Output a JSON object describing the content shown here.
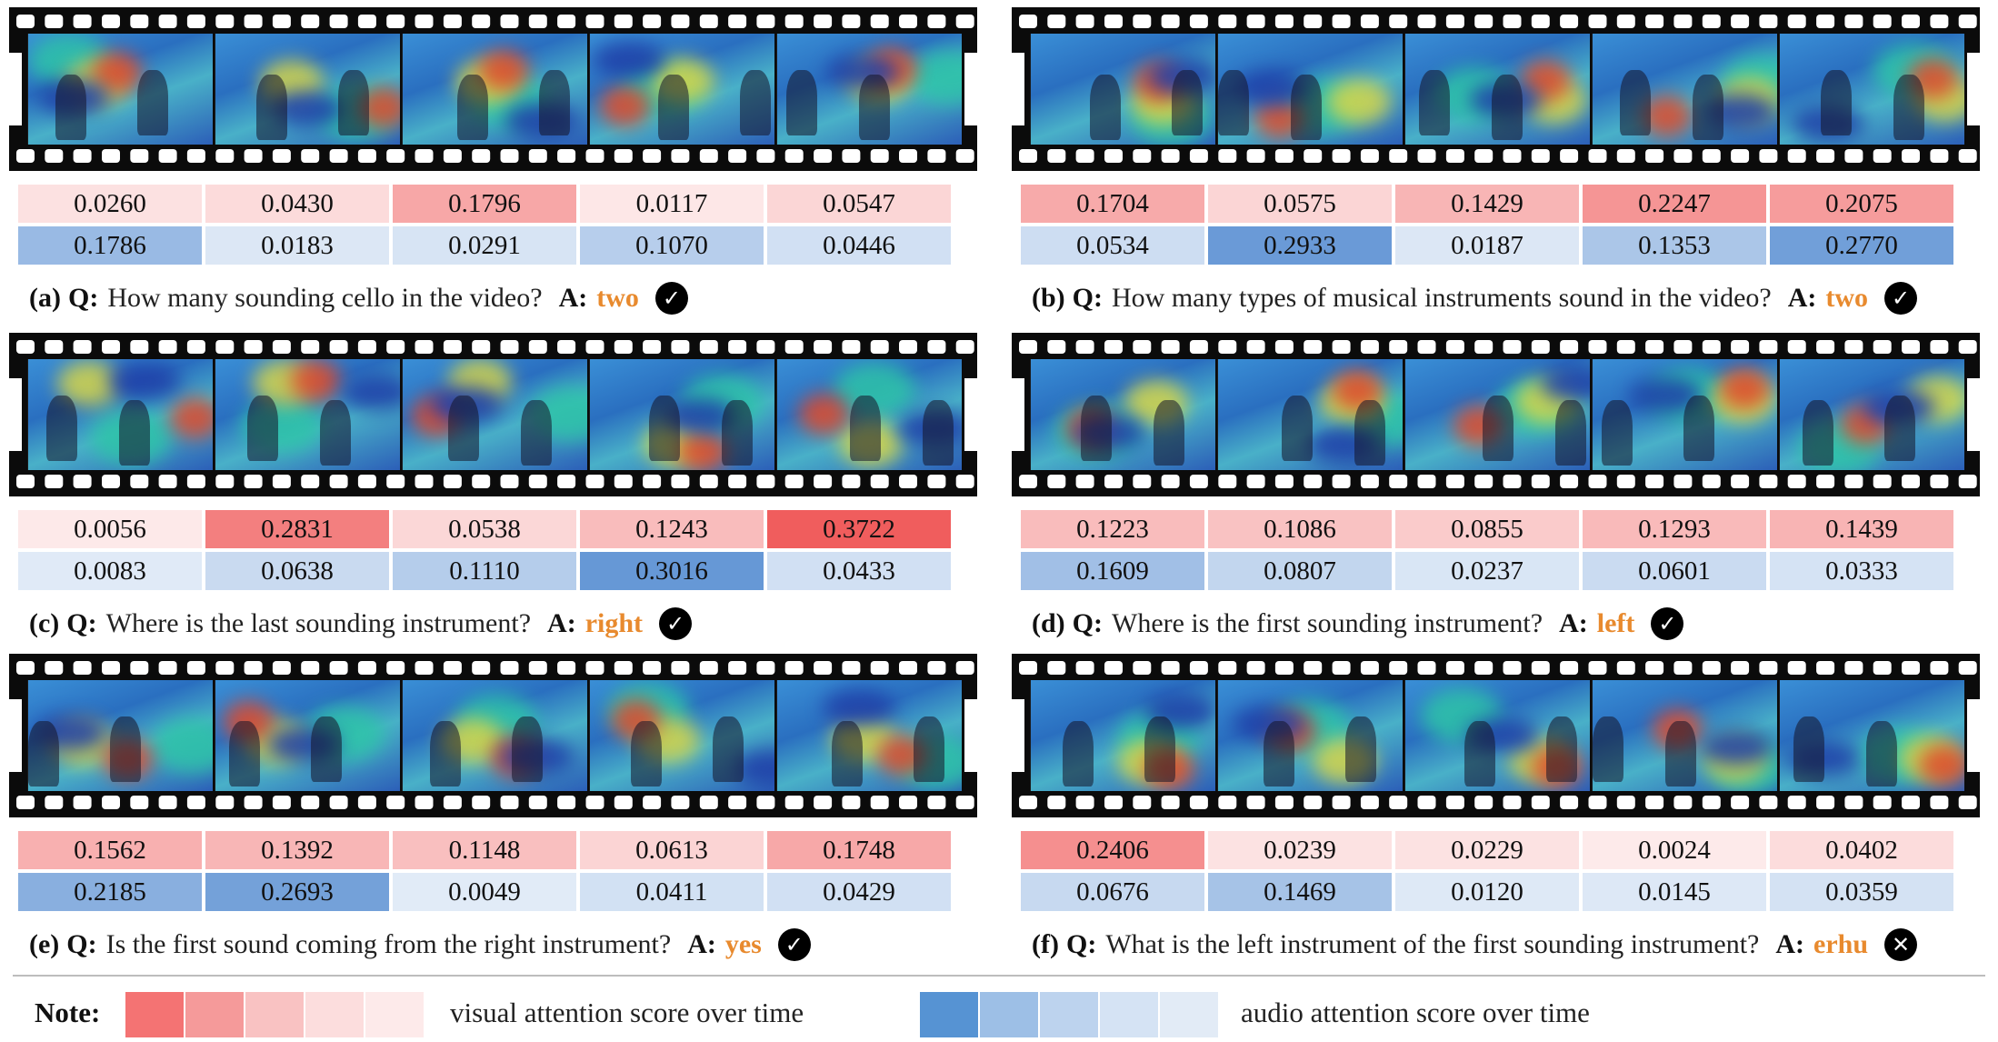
{
  "panels": [
    {
      "id": "a",
      "label": "(a)",
      "q_label": "Q:",
      "question": "How many sounding cello in the video?",
      "a_label": "A:",
      "answer": "two",
      "correct": true,
      "badge": "✓",
      "visual": [
        "0.0260",
        "0.0430",
        "0.1796",
        "0.0117",
        "0.0547"
      ],
      "audio": [
        "0.1786",
        "0.0183",
        "0.0291",
        "0.1070",
        "0.0446"
      ]
    },
    {
      "id": "b",
      "label": "(b)",
      "q_label": "Q:",
      "question": "How many types of musical instruments sound in the video?",
      "a_label": "A:",
      "answer": "two",
      "correct": true,
      "badge": "✓",
      "visual": [
        "0.1704",
        "0.0575",
        "0.1429",
        "0.2247",
        "0.2075"
      ],
      "audio": [
        "0.0534",
        "0.2933",
        "0.0187",
        "0.1353",
        "0.2770"
      ]
    },
    {
      "id": "c",
      "label": "(c)",
      "q_label": "Q:",
      "question": "Where is the last sounding instrument?",
      "a_label": "A:",
      "answer": "right",
      "correct": true,
      "badge": "✓",
      "visual": [
        "0.0056",
        "0.2831",
        "0.0538",
        "0.1243",
        "0.3722"
      ],
      "audio": [
        "0.0083",
        "0.0638",
        "0.1110",
        "0.3016",
        "0.0433"
      ]
    },
    {
      "id": "d",
      "label": "(d)",
      "q_label": "Q:",
      "question": "Where is the first sounding instrument?",
      "a_label": "A:",
      "answer": "left",
      "correct": true,
      "badge": "✓",
      "visual": [
        "0.1223",
        "0.1086",
        "0.0855",
        "0.1293",
        "0.1439"
      ],
      "audio": [
        "0.1609",
        "0.0807",
        "0.0237",
        "0.0601",
        "0.0333"
      ]
    },
    {
      "id": "e",
      "label": "(e)",
      "q_label": "Q:",
      "question": "Is the first sound coming from the right instrument?",
      "a_label": "A:",
      "answer": "yes",
      "correct": true,
      "badge": "✓",
      "visual": [
        "0.1562",
        "0.1392",
        "0.1148",
        "0.0613",
        "0.1748"
      ],
      "audio": [
        "0.2185",
        "0.2693",
        "0.0049",
        "0.0411",
        "0.0429"
      ]
    },
    {
      "id": "f",
      "label": "(f)",
      "q_label": "Q:",
      "question": "What is the left instrument of the first sounding instrument?",
      "a_label": "A:",
      "answer": "erhu",
      "correct": false,
      "badge": "✕",
      "visual": [
        "0.2406",
        "0.0239",
        "0.0229",
        "0.0024",
        "0.0402"
      ],
      "audio": [
        "0.0676",
        "0.1469",
        "0.0120",
        "0.0145",
        "0.0359"
      ]
    }
  ],
  "legend": {
    "note_label": "Note:",
    "visual_label": "visual attention score over time",
    "audio_label": "audio attention score over time",
    "visual_colors": [
      "#f47373",
      "#f59a9a",
      "#f9c2c2",
      "#fcdddd",
      "#fdeaea"
    ],
    "audio_colors": [
      "#5693d3",
      "#9dbfe6",
      "#bdd3ee",
      "#d5e3f4",
      "#e2ebf6"
    ]
  },
  "answer_color": "#e88a2e"
}
